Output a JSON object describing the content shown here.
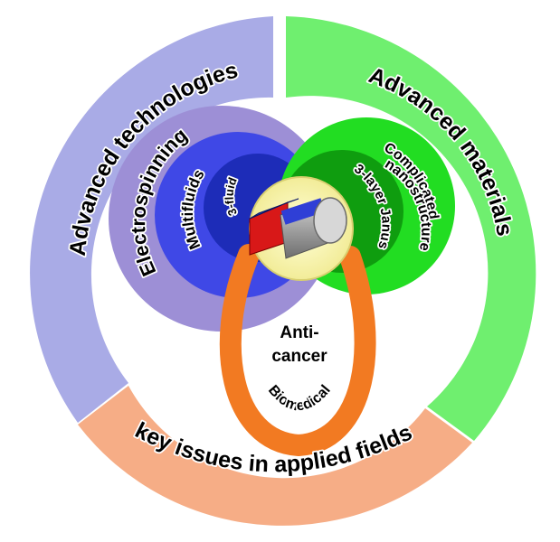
{
  "outer_ring": {
    "technologies": "Advanced technologies",
    "materials": "Advanced materials",
    "key_issues": "key issues in applied fields"
  },
  "technologies_circle": {
    "outer": "Electrospinning",
    "middle": "Multifluids",
    "inner": "3-fluid"
  },
  "materials_circle": {
    "outer_line1": "Complicated",
    "outer_line2": "nanostructure",
    "inner": "3-layer Janus"
  },
  "applications_loop": {
    "center_line1": "Anti-",
    "center_line2": "cancer",
    "label": "Biomedical"
  },
  "colors": {
    "technologies": "#a9abe6",
    "materials": "#6fef6f",
    "key_issues": "#f6ad86",
    "electrospinning": "#9d8fd6",
    "multifluids": "#3f48e6",
    "fluid3": "#1d2cb8",
    "complicated": "#22dd22",
    "janus": "#0f9d0f",
    "biomedical": "#f27a22",
    "core": "#f6f2a8"
  }
}
